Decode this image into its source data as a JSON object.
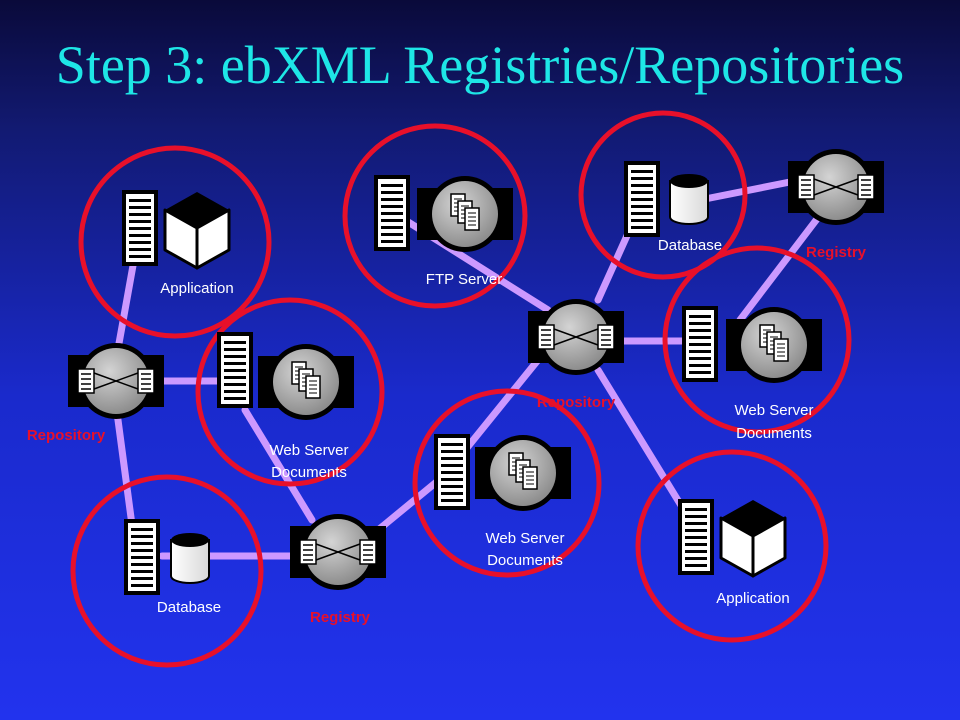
{
  "title": "Step 3: ebXML Registries/Repositories",
  "labels": {
    "application_left": "Application",
    "repository_left": "Repository",
    "web_server_left_1": "Web Server",
    "web_server_left_2": "Documents",
    "database_left": "Database",
    "registry_bottom": "Registry",
    "ftp_server": "FTP Server",
    "database_top": "Database",
    "registry_top": "Registry",
    "repository_center": "Repository",
    "web_server_right_1": "Web Server",
    "web_server_right_2": "Documents",
    "web_server_center_1": "Web Server",
    "web_server_center_2": "Documents",
    "application_right": "Application"
  },
  "colors": {
    "title": "#1ee6e6",
    "connector": "#cc99ff",
    "circle": "#e8102a",
    "role_label": "#e8102a"
  }
}
